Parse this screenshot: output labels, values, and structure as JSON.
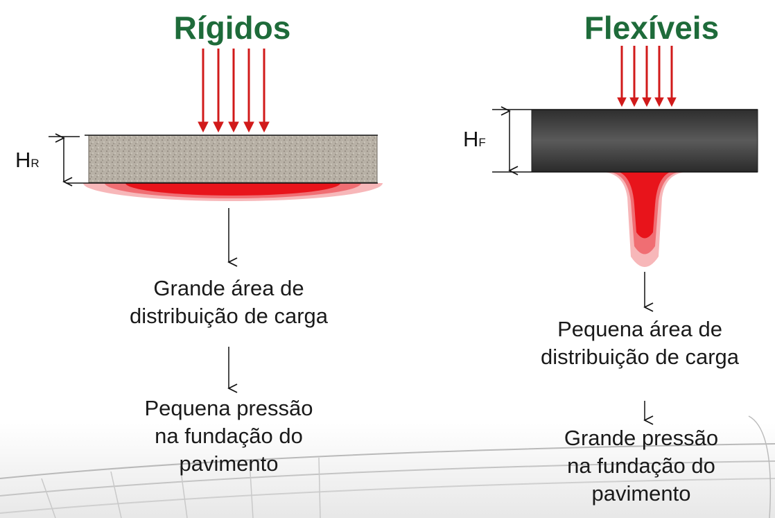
{
  "rigid": {
    "title": "Rígidos",
    "height_label": "H",
    "height_sub": "R",
    "distribution": "Grande área de\ndistribuição de carga",
    "pressure": "Pequena pressão\nna fundação do\npavimento"
  },
  "flexible": {
    "title": "Flexíveis",
    "height_label": "H",
    "height_sub": "F",
    "distribution": "Pequena área de\ndistribuição de carga",
    "pressure": "Grande pressão\nna fundação do\npavimento"
  },
  "colors": {
    "title": "#1e6b3a",
    "load_arrow": "#d11a1a",
    "stress": "#e8141b",
    "concrete": "#b5aea3",
    "asphalt": "#3a3a3a"
  }
}
